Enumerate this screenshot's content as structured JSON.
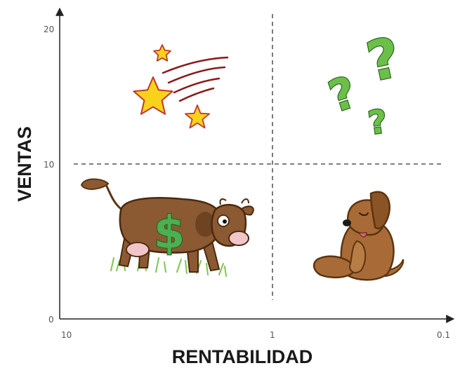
{
  "axes": {
    "y_title": "VENTAS",
    "x_title": "RENTABILIDAD",
    "y_ticks": [
      "20",
      "10",
      "0"
    ],
    "x_ticks": [
      "10",
      "1",
      "0.1"
    ]
  },
  "quadrants": {
    "top_left": "shooting-stars-illustration",
    "top_right": "question-marks-illustration",
    "bottom_left": "cash-cow-illustration",
    "bottom_right": "sad-dog-illustration"
  },
  "colors": {
    "axis": "#222222",
    "divider": "#333333",
    "star_fill": "#f9d21c",
    "star_outline": "#c0392b",
    "question_fill": "#6cc04a",
    "question_outline": "#2e6b1f",
    "cow_body": "#8b5a32",
    "dollar": "#4caf50",
    "dog_body": "#a86b38",
    "grass": "#7bc74d"
  }
}
